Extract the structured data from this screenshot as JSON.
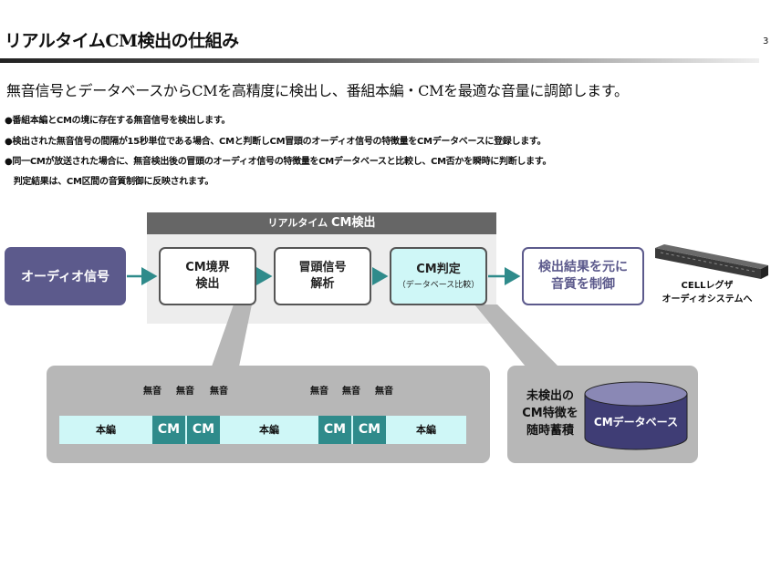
{
  "header": {
    "title": "リアルタイムCM検出の仕組み",
    "page_number": "3",
    "subtitle": "無音信号とデータベースからCMを高精度に検出し、番組本編・CMを最適な音量に調節します。"
  },
  "bullets": [
    "●番組本編とCMの境に存在する無音信号を検出します。",
    "●検出された無音信号の間隔が15秒単位である場合、CMと判断しCM冒頭のオーディオ信号の特徴量をCMデータベースに登録します。",
    "●同一CMが放送された場合に、無音検出後の冒頭のオーディオ信号の特徴量をCMデータベースと比較し、CM否かを瞬時に判断します。",
    "　判定結果は、CM区間の音質制御に反映されます。"
  ],
  "flow": {
    "panel_title_prefix": "リアルタイム",
    "panel_title_main": "CM検出",
    "input": "オーディオ信号",
    "steps": [
      {
        "line1": "CM境界",
        "line2": "検出"
      },
      {
        "line1": "冒頭信号",
        "line2": "解析"
      },
      {
        "line1": "CM判定",
        "line2": "（データベース比較）"
      }
    ],
    "result_line1": "検出結果を元に",
    "result_line2": "音質を制御",
    "device_line1": "CELLレグザ",
    "device_line2": "オーディオシステムへ"
  },
  "timeline": {
    "silence_label": "無音",
    "segments": [
      {
        "type": "program",
        "label": "本編"
      },
      {
        "type": "cm",
        "label": "CM"
      },
      {
        "type": "cm",
        "label": "CM"
      },
      {
        "type": "program",
        "label": "本編"
      },
      {
        "type": "cm",
        "label": "CM"
      },
      {
        "type": "cm",
        "label": "CM"
      },
      {
        "type": "program",
        "label": "本編"
      }
    ]
  },
  "database": {
    "future_line1": "未検出の",
    "future_line2": "CM特徴を",
    "future_line3": "随時蓄積",
    "label": "CMデータベース"
  },
  "colors": {
    "input_fill": "#5c5a8c",
    "arrow": "#2f8b8b",
    "cm_cell": "#2f8b8b",
    "highlight_fill": "#cff7f7",
    "panel_header": "#666666",
    "callout_gray": "#b7b7b7",
    "database_fill": "#3f3d75"
  }
}
